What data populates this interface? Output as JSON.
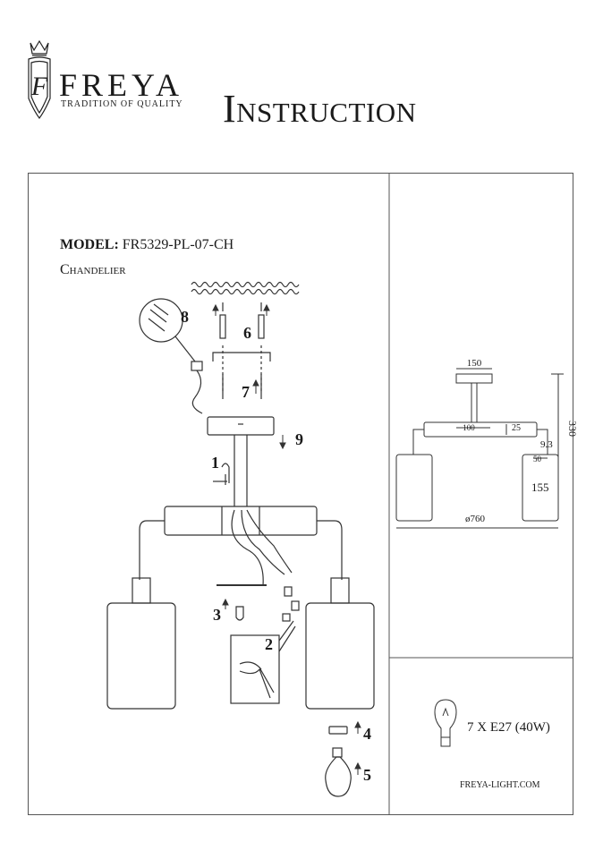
{
  "brand": {
    "name": "FREYA",
    "tagline": "TRADITION OF QUALITY",
    "logo_letter": "F"
  },
  "title": "Instruction",
  "model": {
    "label": "MODEL:",
    "code": "FR5329-PL-07-CH",
    "type": "Chandelier"
  },
  "steps": [
    "1",
    "2",
    "3",
    "4",
    "5",
    "6",
    "7",
    "8",
    "9"
  ],
  "dimensions": {
    "canopy": "150",
    "rod": "100",
    "arm": "25",
    "offset": "9.3",
    "socket": "50",
    "shade": "155",
    "span": "ø760",
    "height": "330"
  },
  "bulb": {
    "spec": "7 X E27 (40W)"
  },
  "website": "FREYA-LIGHT.COM",
  "colors": {
    "line": "#333333",
    "frame": "#555555"
  }
}
